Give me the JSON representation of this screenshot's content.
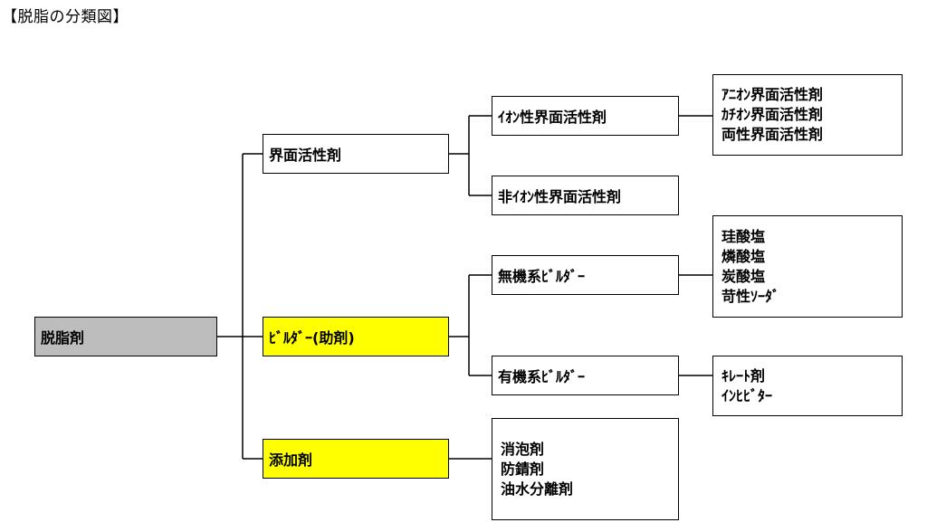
{
  "title": "【脱脂の分類図】",
  "nodes": {
    "root": "脱脂剤",
    "surfactant": "界面活性剤",
    "builder": "ﾋﾞﾙﾀﾞｰ(助剤)",
    "additive": "添加剤",
    "ionic": "ｲｵﾝ性界面活性剤",
    "nonionic": "非ｲｵﾝ性界面活性剤",
    "inorganic_builder": "無機系ﾋﾞﾙﾀﾞｰ",
    "organic_builder": "有機系ﾋﾞﾙﾀﾞｰ"
  },
  "lists": {
    "ionic_types": [
      "ｱﾆｵﾝ界面活性剤",
      "ｶﾁｵﾝ界面活性剤",
      "両性界面活性剤"
    ],
    "inorganic_types": [
      "珪酸塩",
      "燐酸塩",
      "炭酸塩",
      "苛性ｿｰﾀﾞ"
    ],
    "organic_types": [
      "ｷﾚｰﾄ剤",
      "ｲﾝﾋﾋﾞﾀｰ"
    ],
    "additive_types": [
      "消泡剤",
      "防錆剤",
      "油水分離剤"
    ]
  },
  "colors": {
    "root_fill": "#bdbdbd",
    "highlight_fill": "#ffff00",
    "line": "#000000"
  }
}
